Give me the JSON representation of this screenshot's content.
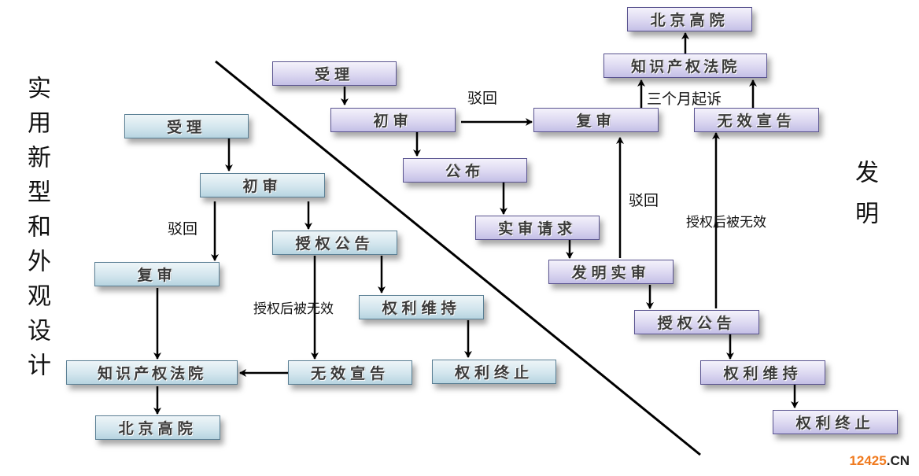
{
  "left_section": {
    "title": "实用新型和外观设计",
    "nodes": {
      "accept": "受理",
      "preliminary": "初审",
      "grant_announce": "授权公告",
      "reexamination": "复审",
      "maintain": "权利维持",
      "ip_court": "知识产权法院",
      "invalidation": "无效宣告",
      "terminate": "权利终止",
      "beijing_high_court": "北京高院"
    },
    "labels": {
      "rejected": "驳回",
      "invalid_after_grant": "授权后被无效"
    }
  },
  "right_section": {
    "title": "发明",
    "nodes": {
      "beijing_high_court": "北京高院",
      "ip_court": "知识产权法院",
      "accept": "受理",
      "preliminary": "初审",
      "reexamination": "复审",
      "invalidation": "无效宣告",
      "publish": "公布",
      "exam_request": "实审请求",
      "substantive_exam": "发明实审",
      "grant_announce": "授权公告",
      "maintain": "权利维持",
      "terminate": "权利终止"
    },
    "labels": {
      "rejected_top": "驳回",
      "three_months": "三个月起诉",
      "rejected_mid": "驳回",
      "invalid_after_grant": "授权后被无效"
    }
  },
  "colors": {
    "utility_box": "#d3e6ee",
    "invention_box": "#dcd8f1",
    "watermark_orange": "#f07a1e"
  },
  "watermark": {
    "number": "12425",
    "domain": ".CN"
  }
}
